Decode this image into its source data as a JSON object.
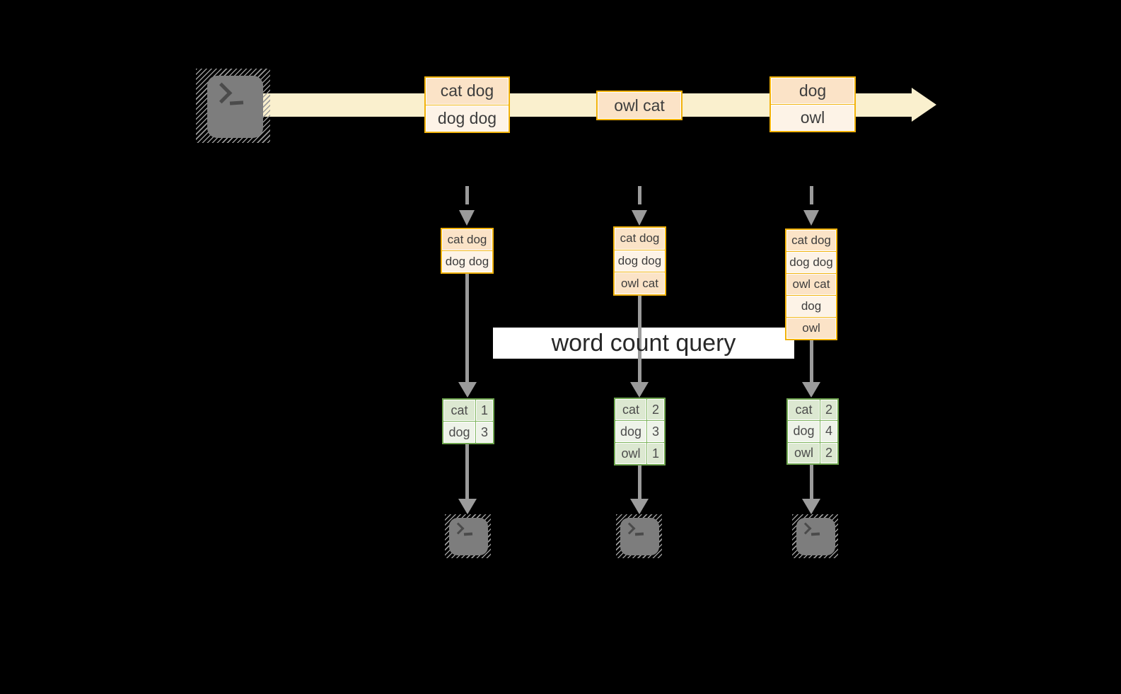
{
  "diagram": {
    "query_label": "word count query",
    "source": {
      "icon": "terminal-icon"
    },
    "stream": {
      "batch1": {
        "cells": [
          "cat dog",
          "dog dog"
        ]
      },
      "batch2": {
        "cells": [
          "owl cat"
        ]
      },
      "batch3": {
        "cells": [
          "dog",
          "owl"
        ]
      }
    },
    "microbatches": {
      "mb1": {
        "cells": [
          "cat dog",
          "dog dog"
        ]
      },
      "mb2": {
        "cells": [
          "cat dog",
          "dog dog",
          "owl cat"
        ]
      },
      "mb3": {
        "cells": [
          "cat dog",
          "dog dog",
          "owl cat",
          "dog",
          "owl"
        ]
      }
    },
    "results": {
      "t1": {
        "rows": [
          {
            "word": "cat",
            "count": "1"
          },
          {
            "word": "dog",
            "count": "3"
          }
        ]
      },
      "t2": {
        "rows": [
          {
            "word": "cat",
            "count": "2"
          },
          {
            "word": "dog",
            "count": "3"
          },
          {
            "word": "owl",
            "count": "1"
          }
        ]
      },
      "t3": {
        "rows": [
          {
            "word": "cat",
            "count": "2"
          },
          {
            "word": "dog",
            "count": "4"
          },
          {
            "word": "owl",
            "count": "2"
          }
        ]
      }
    },
    "sinks": {
      "icons": [
        "terminal-icon",
        "terminal-icon",
        "terminal-icon"
      ]
    },
    "colors": {
      "background": "#000000",
      "stream_band": "#FAF0CE",
      "box_border": "#F2B20A",
      "cell_peach": "#FBE3C7",
      "cell_cream": "#FDF3E7",
      "table_border": "#6FA64F",
      "table_row_dark": "#DCE8D1",
      "table_row_light": "#EEF3E9",
      "arrow_gray": "#9B9B9B",
      "terminal_gray": "#7D7D7D",
      "query_box": "#FFFFFF"
    }
  }
}
